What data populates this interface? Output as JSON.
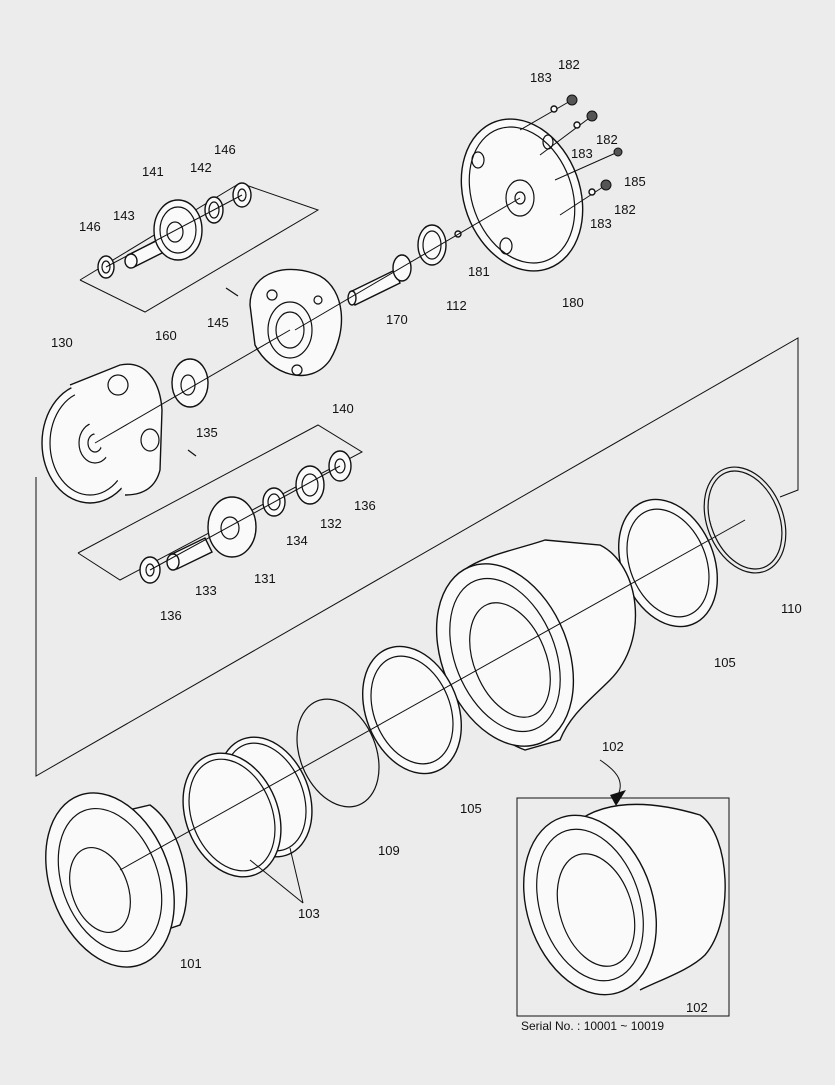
{
  "diagram": {
    "part_numbers": {
      "p101": "101",
      "p102": "102",
      "p102b": "102",
      "p103": "103",
      "p105a": "105",
      "p105b": "105",
      "p109": "109",
      "p110": "110",
      "p112": "112",
      "p130": "130",
      "p131": "131",
      "p132": "132",
      "p133": "133",
      "p134": "134",
      "p135": "135",
      "p136a": "136",
      "p136b": "136",
      "p140": "140",
      "p141": "141",
      "p142": "142",
      "p143": "143",
      "p145": "145",
      "p146a": "146",
      "p146b": "146",
      "p160": "160",
      "p170": "170",
      "p180": "180",
      "p181": "181",
      "p182a": "182",
      "p182b": "182",
      "p182c": "182",
      "p183a": "183",
      "p183b": "183",
      "p183c": "183",
      "p185": "185"
    },
    "inset_caption": "Serial No. : 10001 ~ 10019"
  }
}
